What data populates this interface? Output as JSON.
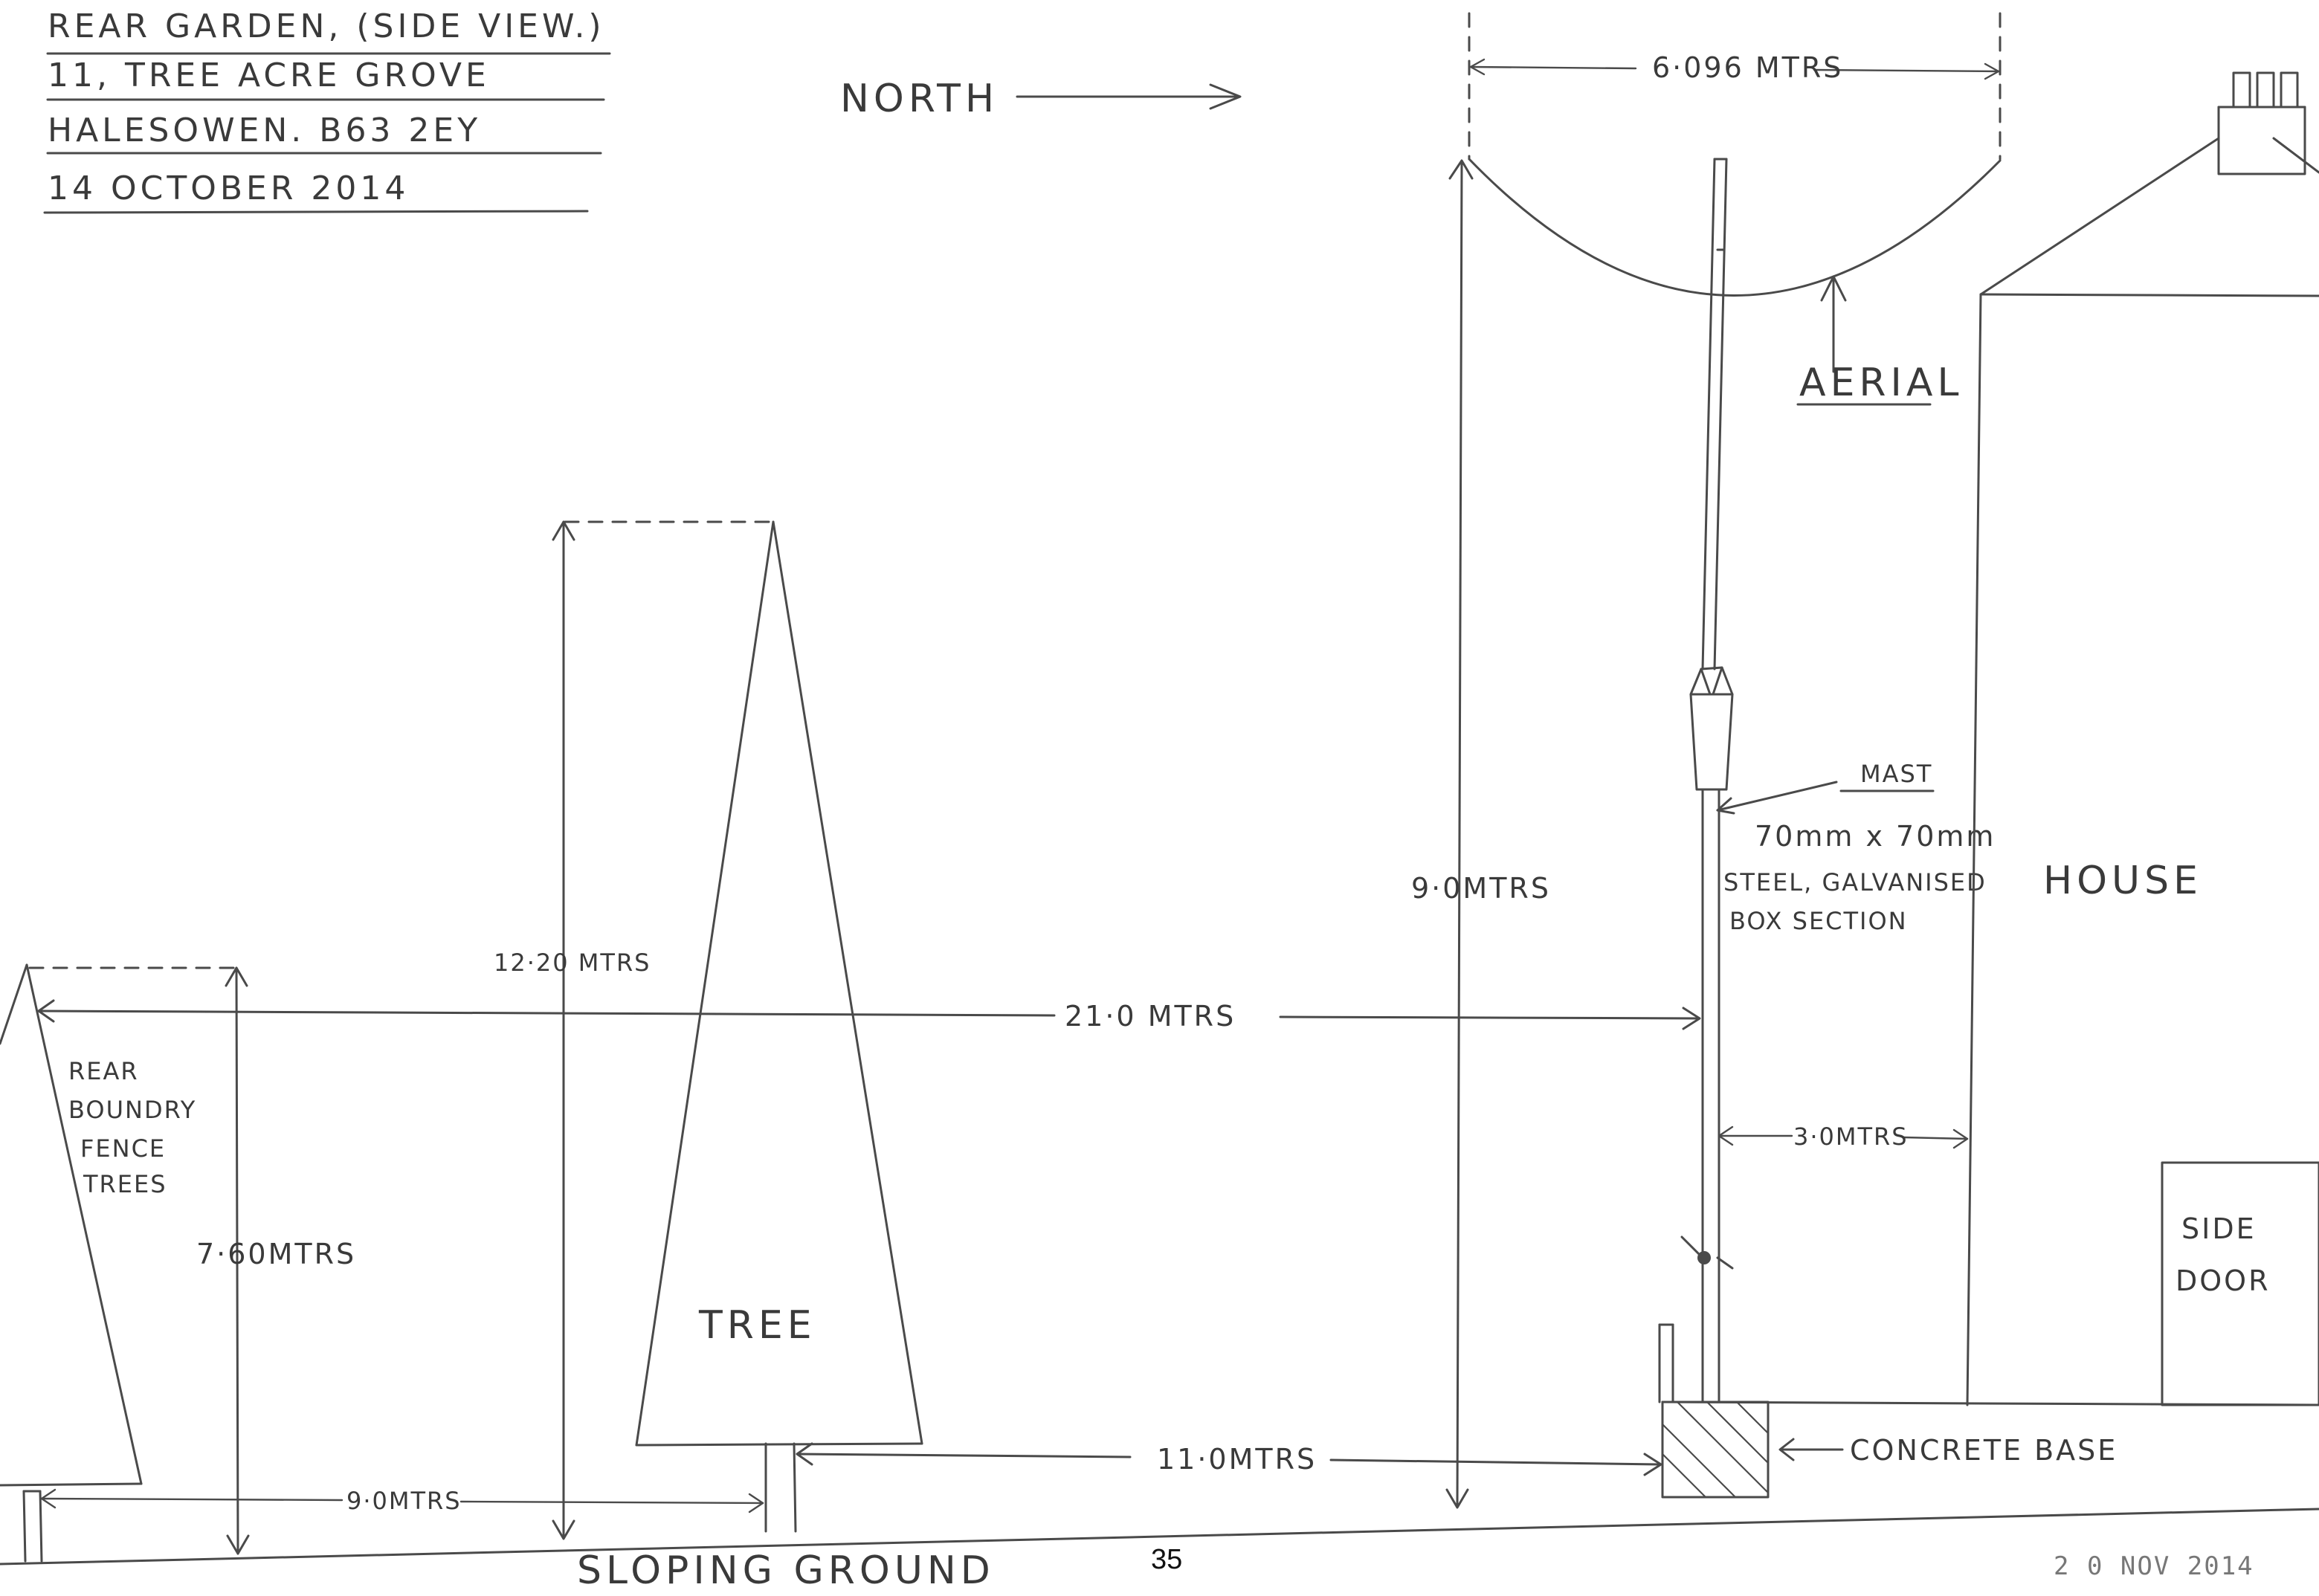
{
  "title_block": {
    "line1": "REAR GARDEN, (SIDE VIEW.)",
    "line2": "11, TREE ACRE GROVE",
    "line3": "HALESOWEN. B63 2EY",
    "line4": "14 OCTOBER 2014"
  },
  "north": {
    "label": "NORTH"
  },
  "labels": {
    "aerial": "AERIAL",
    "mast_title": "MAST",
    "mast_spec1": "70mm x 70mm",
    "mast_spec2": "STEEL, GALVANISED",
    "mast_spec3": "BOX SECTION",
    "house": "HOUSE",
    "side_door_1": "SIDE",
    "side_door_2": "DOOR",
    "concrete_base": "CONCRETE BASE",
    "tree": "TREE",
    "fence_1": "REAR",
    "fence_2": "BOUNDRY",
    "fence_3": "FENCE",
    "fence_4": "TREES",
    "sloping_ground": "SLOPING GROUND"
  },
  "dimensions": {
    "aerial_span": "6·096 MTRS",
    "mast_height": "9·0MTRS",
    "tree_height": "12·20 MTRS",
    "fence_height": "7·60MTRS",
    "fence_to_mast": "21·0 MTRS",
    "mast_to_house": "3·0MTRS",
    "fence_to_tree": "9·0MTRS",
    "tree_to_mast": "11·0MTRS"
  },
  "page_number": "35",
  "received_stamp": "2 0 NOV 2014"
}
